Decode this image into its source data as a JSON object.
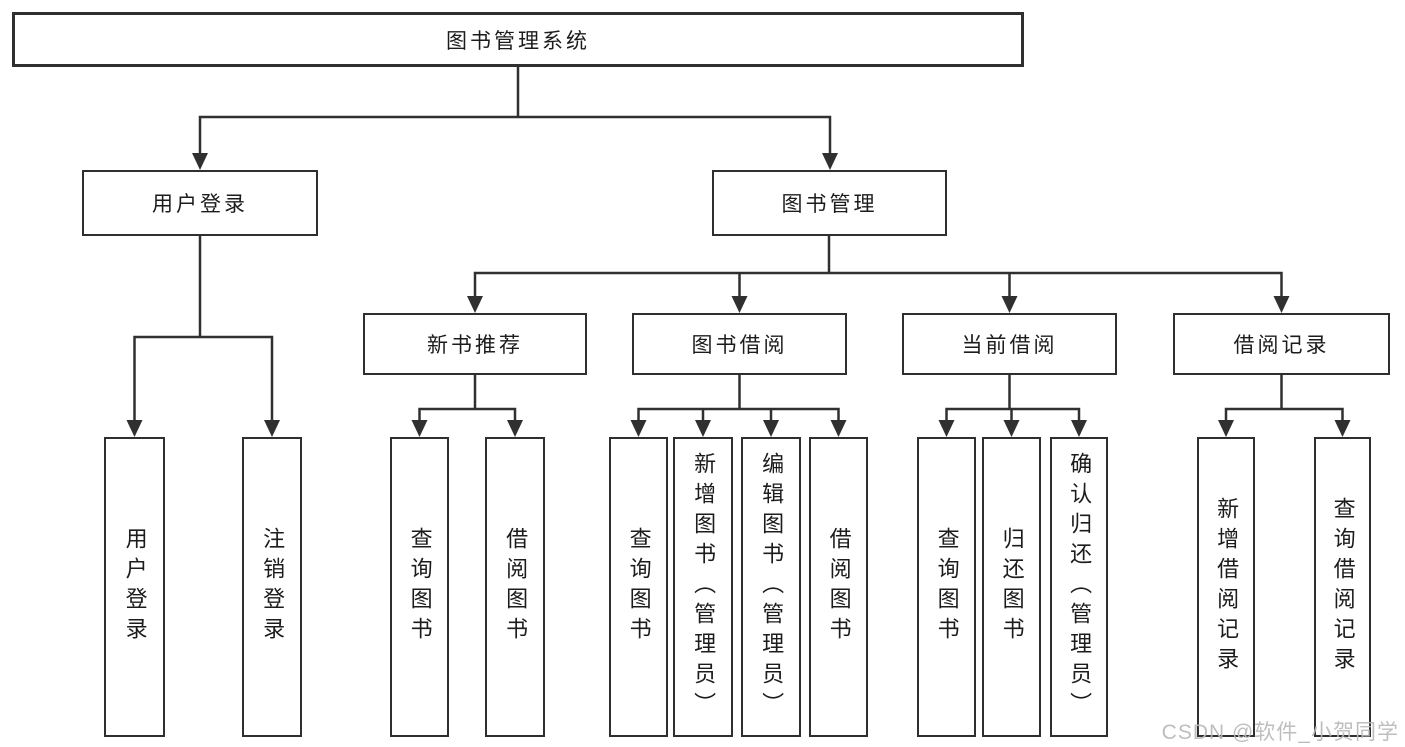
{
  "diagram": {
    "root": {
      "label": "图书管理系统"
    },
    "branches": [
      {
        "label": "用户登录",
        "children": [
          {
            "label": "用户登录"
          },
          {
            "label": "注销登录"
          }
        ]
      },
      {
        "label": "图书管理",
        "groups": [
          {
            "label": "新书推荐",
            "children": [
              {
                "label": "查询图书"
              },
              {
                "label": "借阅图书"
              }
            ]
          },
          {
            "label": "图书借阅",
            "children": [
              {
                "label": "查询图书"
              },
              {
                "label": "新增图书（管理员）"
              },
              {
                "label": "编辑图书（管理员）"
              },
              {
                "label": "借阅图书"
              }
            ]
          },
          {
            "label": "当前借阅",
            "children": [
              {
                "label": "查询图书"
              },
              {
                "label": "归还图书"
              },
              {
                "label": "确认归还（管理员）"
              }
            ]
          },
          {
            "label": "借阅记录",
            "children": [
              {
                "label": "新增借阅记录"
              },
              {
                "label": "查询借阅记录"
              }
            ]
          }
        ]
      }
    ]
  },
  "colors": {
    "line": "#303030",
    "border": "#2f2f2f",
    "text": "#1c1c1c",
    "watermark": "#b8b8b8"
  },
  "watermark": {
    "text": "CSDN @软件_小贺同学"
  }
}
